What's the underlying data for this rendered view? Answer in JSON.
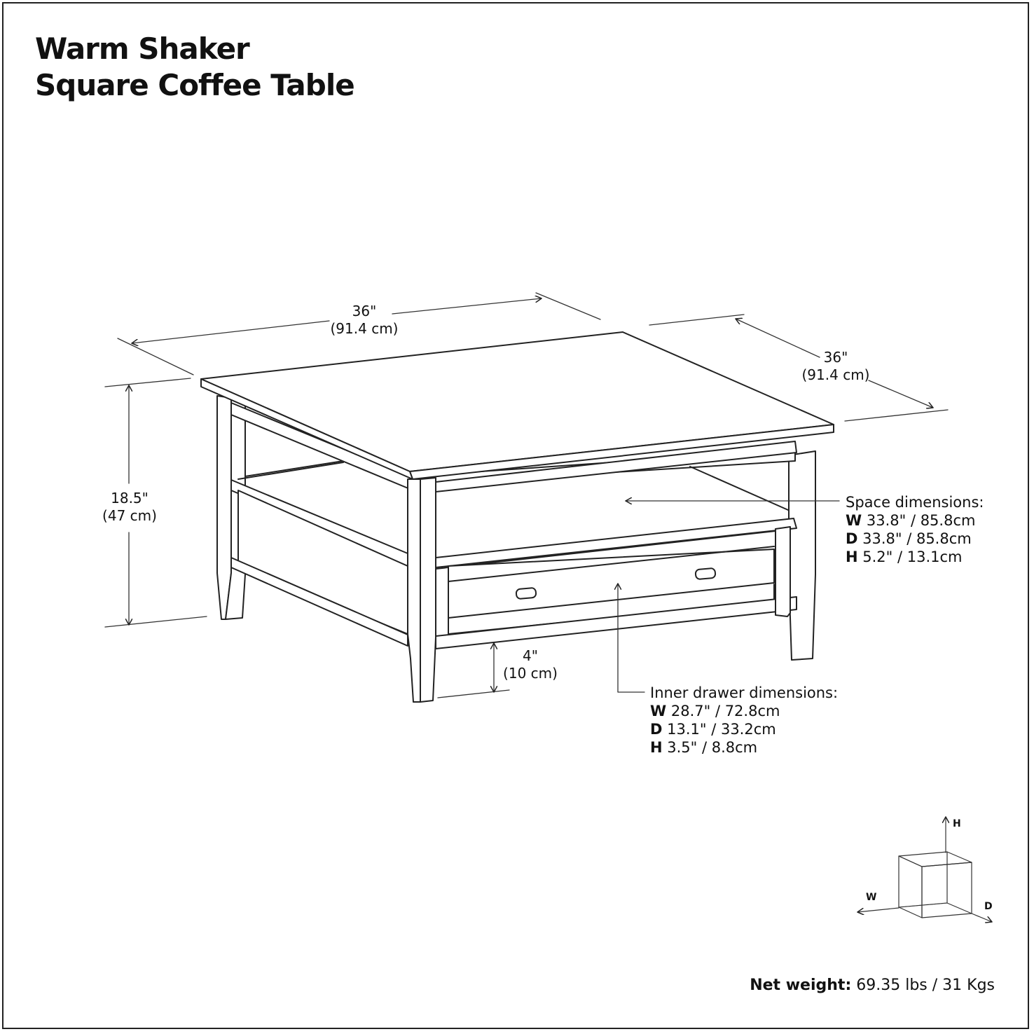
{
  "title": {
    "line1": "Warm Shaker",
    "line2": "Square Coffee Table"
  },
  "dimensions": {
    "width": {
      "imperial": "36\"",
      "metric": "(91.4 cm)"
    },
    "depth": {
      "imperial": "36\"",
      "metric": "(91.4 cm)"
    },
    "height": {
      "imperial": "18.5\"",
      "metric": "(47 cm)"
    },
    "clearance": {
      "imperial": "4\"",
      "metric": "(10 cm)"
    }
  },
  "space_dimensions": {
    "heading": "Space dimensions:",
    "w_key": "W",
    "w_value": " 33.8\" / 85.8cm",
    "d_key": "D",
    "d_value": " 33.8\" / 85.8cm",
    "h_key": "H",
    "h_value": " 5.2\" / 13.1cm"
  },
  "drawer_dimensions": {
    "heading": "Inner drawer dimensions:",
    "w_key": "W",
    "w_value": " 28.7\" / 72.8cm",
    "d_key": "D",
    "d_value": " 13.1\" / 33.2cm",
    "h_key": "H",
    "h_value": " 3.5\" / 8.8cm"
  },
  "axes_legend": {
    "h": "H",
    "w": "W",
    "d": "D"
  },
  "net_weight": {
    "label": "Net weight:",
    "value": " 69.35 lbs / 31 Kgs"
  },
  "colors": {
    "line": "#222222",
    "background": "#ffffff"
  }
}
